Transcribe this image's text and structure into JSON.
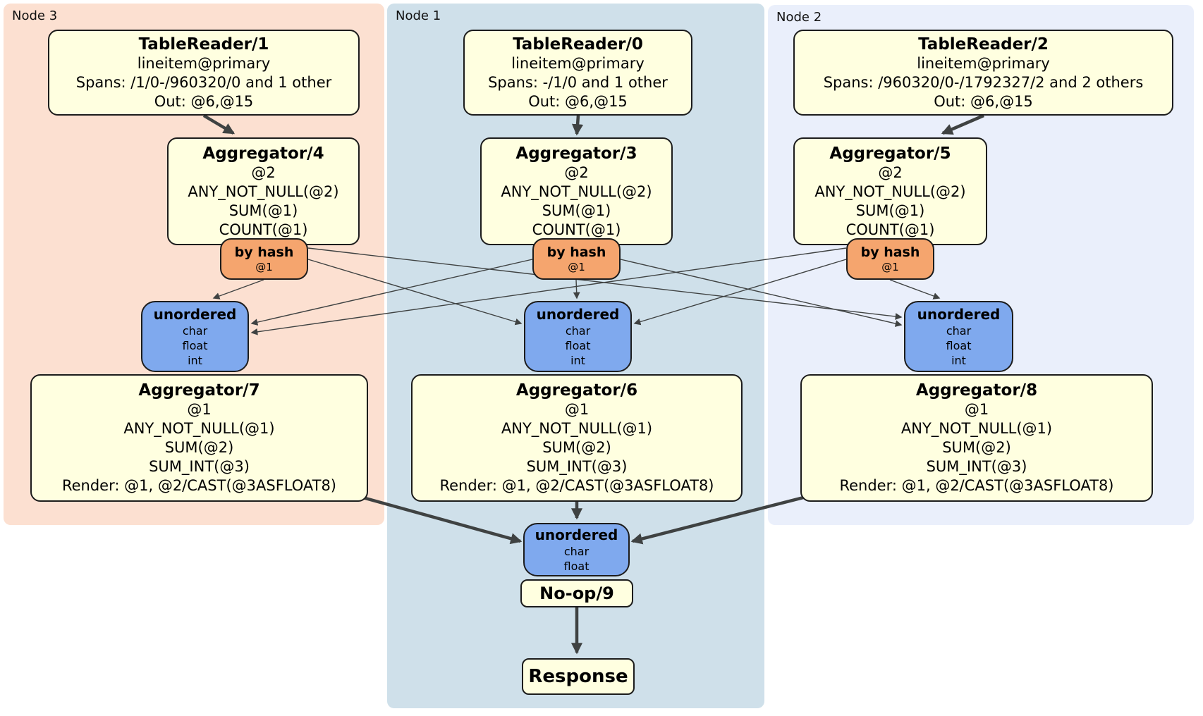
{
  "regions": [
    {
      "label": "Node 3"
    },
    {
      "label": "Node 1"
    },
    {
      "label": "Node 2"
    }
  ],
  "tablereaders": [
    {
      "title": "TableReader/1",
      "index": "lineitem@primary",
      "spans": "Spans: /1/0-/960320/0 and 1 other",
      "out": "Out: @6,@15"
    },
    {
      "title": "TableReader/0",
      "index": "lineitem@primary",
      "spans": "Spans: -/1/0 and 1 other",
      "out": "Out: @6,@15"
    },
    {
      "title": "TableReader/2",
      "index": "lineitem@primary",
      "spans": "Spans: /960320/0-/1792327/2 and 2 others",
      "out": "Out: @6,@15"
    }
  ],
  "stage1_aggregators": [
    {
      "title": "Aggregator/4",
      "group": "@2",
      "agg1": "ANY_NOT_NULL(@2)",
      "agg2": "SUM(@1)",
      "agg3": "COUNT(@1)"
    },
    {
      "title": "Aggregator/3",
      "group": "@2",
      "agg1": "ANY_NOT_NULL(@2)",
      "agg2": "SUM(@1)",
      "agg3": "COUNT(@1)"
    },
    {
      "title": "Aggregator/5",
      "group": "@2",
      "agg1": "ANY_NOT_NULL(@2)",
      "agg2": "SUM(@1)",
      "agg3": "COUNT(@1)"
    }
  ],
  "hash_routers": [
    {
      "label": "by hash",
      "key": "@1"
    },
    {
      "label": "by hash",
      "key": "@1"
    },
    {
      "label": "by hash",
      "key": "@1"
    }
  ],
  "unordered_syncs": [
    {
      "label": "unordered",
      "col1": "char",
      "col2": "float",
      "col3": "int"
    },
    {
      "label": "unordered",
      "col1": "char",
      "col2": "float",
      "col3": "int"
    },
    {
      "label": "unordered",
      "col1": "char",
      "col2": "float",
      "col3": "int"
    }
  ],
  "stage2_aggregators": [
    {
      "title": "Aggregator/7",
      "group": "@1",
      "agg1": "ANY_NOT_NULL(@1)",
      "agg2": "SUM(@2)",
      "agg3": "SUM_INT(@3)",
      "render": "Render: @1, @2/CAST(@3ASFLOAT8)"
    },
    {
      "title": "Aggregator/6",
      "group": "@1",
      "agg1": "ANY_NOT_NULL(@1)",
      "agg2": "SUM(@2)",
      "agg3": "SUM_INT(@3)",
      "render": "Render: @1, @2/CAST(@3ASFLOAT8)"
    },
    {
      "title": "Aggregator/8",
      "group": "@1",
      "agg1": "ANY_NOT_NULL(@1)",
      "agg2": "SUM(@2)",
      "agg3": "SUM_INT(@3)",
      "render": "Render: @1, @2/CAST(@3ASFLOAT8)"
    }
  ],
  "final_sync": {
    "label": "unordered",
    "col1": "char",
    "col2": "float"
  },
  "noop": {
    "title": "No-op/9"
  },
  "response": {
    "title": "Response"
  },
  "colors": {
    "node3_bg": "#fce0d1",
    "node1_bg": "#cfe0ea",
    "node2_bg": "#eaeffb",
    "processor_bg": "#ffffe0",
    "hash_router_bg": "#f5a56e",
    "sync_bg": "#7fa9ee",
    "edge": "#3f4242"
  }
}
